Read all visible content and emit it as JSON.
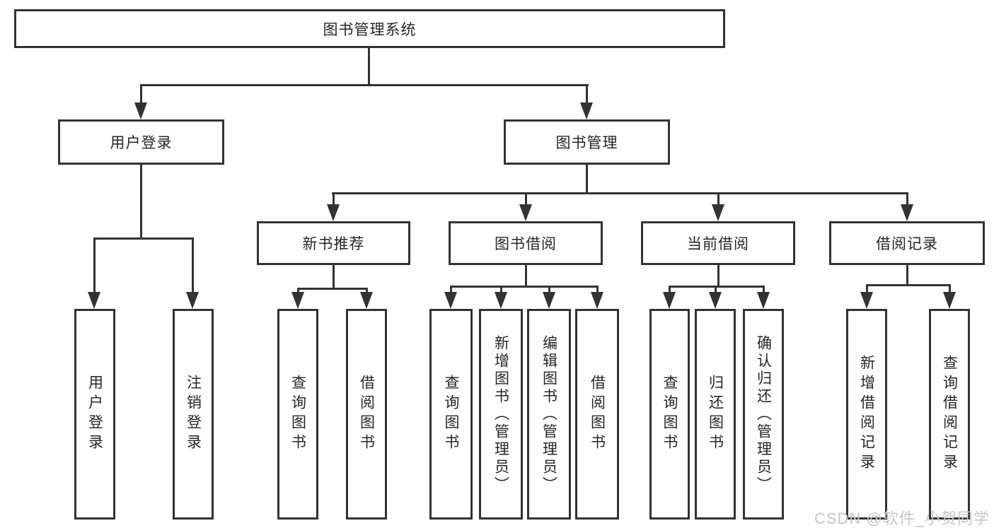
{
  "tree": {
    "root": {
      "label": "图书管理系统"
    },
    "branches": [
      {
        "label": "用户登录",
        "children": [
          {
            "label": "用户登录"
          },
          {
            "label": "注销登录"
          }
        ]
      },
      {
        "label": "图书管理",
        "groups": [
          {
            "label": "新书推荐",
            "children": [
              {
                "label": "查询图书"
              },
              {
                "label": "借阅图书"
              }
            ]
          },
          {
            "label": "图书借阅",
            "children": [
              {
                "label": "查询图书"
              },
              {
                "label": "新增图书（管理员）"
              },
              {
                "label": "编辑图书（管理员）"
              },
              {
                "label": "借阅图书"
              }
            ]
          },
          {
            "label": "当前借阅",
            "children": [
              {
                "label": "查询图书"
              },
              {
                "label": "归还图书"
              },
              {
                "label": "确认归还（管理员）"
              }
            ]
          },
          {
            "label": "借阅记录",
            "children": [
              {
                "label": "新增借阅记录"
              },
              {
                "label": "查询借阅记录"
              }
            ]
          }
        ]
      }
    ]
  },
  "watermark": {
    "text": "CSDN @软件_小贺同学"
  },
  "colors": {
    "line": "#333333",
    "text": "#262626",
    "watermark": "#c6c6c6",
    "bg": "#ffffff"
  }
}
